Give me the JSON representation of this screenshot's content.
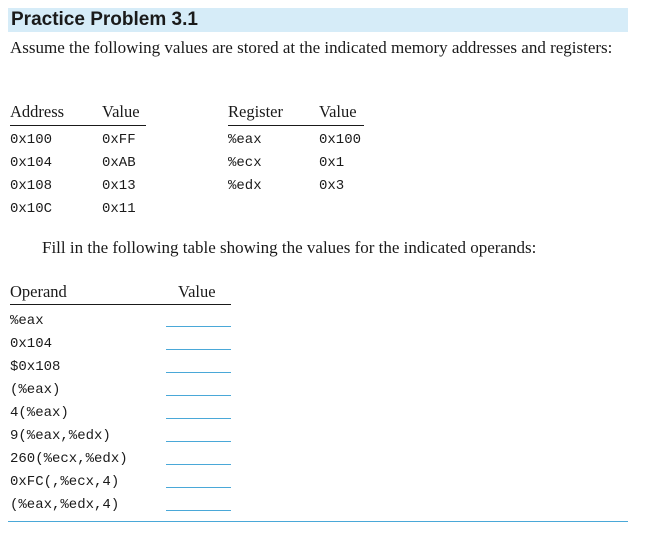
{
  "problem_title": "Practice Problem 3.1",
  "intro": "Assume the following values are stored at the indicated memory addresses and registers:",
  "memory_table": {
    "headers": [
      "Address",
      "Value"
    ],
    "rows": [
      [
        "0x100",
        "0xFF"
      ],
      [
        "0x104",
        "0xAB"
      ],
      [
        "0x108",
        "0x13"
      ],
      [
        "0x10C",
        "0x11"
      ]
    ]
  },
  "register_table": {
    "headers": [
      "Register",
      "Value"
    ],
    "rows": [
      [
        "%eax",
        "0x100"
      ],
      [
        "%ecx",
        "0x1"
      ],
      [
        "%edx",
        "0x3"
      ]
    ]
  },
  "fill_instruction": "Fill in the following table showing the values for the indicated operands:",
  "operand_table": {
    "headers": [
      "Operand",
      "Value"
    ],
    "rows": [
      "%eax",
      "0x104",
      "$0x108",
      "(%eax)",
      "4(%eax)",
      "9(%eax,%edx)",
      "260(%ecx,%edx)",
      "0xFC(,%ecx,4)",
      "(%eax,%edx,4)"
    ]
  },
  "colors": {
    "title_background": "#d6ecf8",
    "answer_line": "#4aa8d8",
    "text": "#1a1a1a"
  }
}
